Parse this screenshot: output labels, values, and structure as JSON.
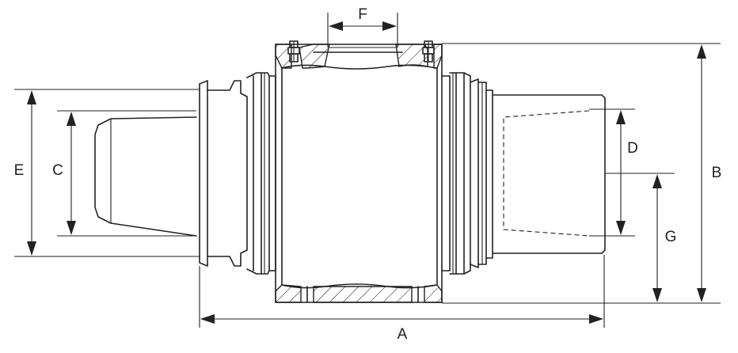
{
  "dimension_labels": {
    "A": "A",
    "B": "B",
    "C": "C",
    "D": "D",
    "E": "E",
    "F": "F",
    "G": "G"
  }
}
